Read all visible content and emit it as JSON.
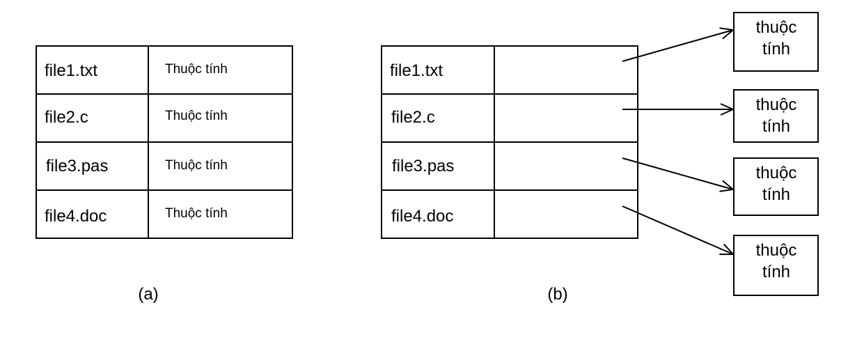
{
  "diagram_a": {
    "caption": "(a)",
    "rows": [
      {
        "name": "file1.txt",
        "attr": "Thuộc tính"
      },
      {
        "name": "file2.c",
        "attr": "Thuộc tính"
      },
      {
        "name": "file3.pas",
        "attr": "Thuộc tính"
      },
      {
        "name": "file4.doc",
        "attr": "Thuộc tính"
      }
    ]
  },
  "diagram_b": {
    "caption": "(b)",
    "rows": [
      {
        "name": "file1.txt"
      },
      {
        "name": "file2.c"
      },
      {
        "name": "file3.pas"
      },
      {
        "name": "file4.doc"
      }
    ],
    "targets": [
      {
        "line1": "thuộc",
        "line2": "tính"
      },
      {
        "line1": "thuộc",
        "line2": "tính"
      },
      {
        "line1": "thuộc",
        "line2": "tính"
      },
      {
        "line1": "thuộc",
        "line2": "tính"
      }
    ]
  },
  "colors": {
    "stroke": "#000000",
    "background": "#ffffff"
  }
}
